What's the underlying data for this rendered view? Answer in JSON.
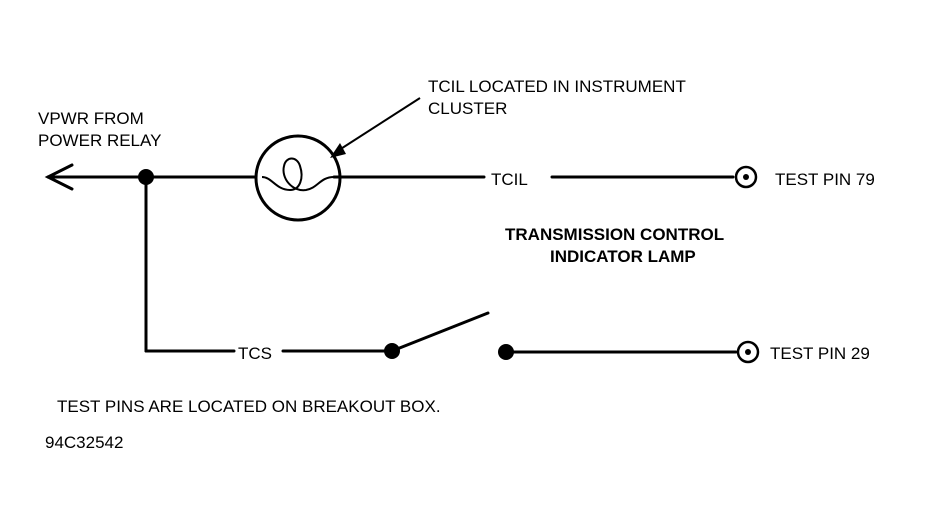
{
  "labels": {
    "vpwr_line1": "VPWR FROM",
    "vpwr_line2": "POWER RELAY",
    "tcil_location_line1": "TCIL LOCATED IN INSTRUMENT",
    "tcil_location_line2": "CLUSTER",
    "tcil_wire": "TCIL",
    "tcs_wire": "TCS",
    "test_pin_79": "TEST PIN 79",
    "test_pin_29": "TEST PIN 29",
    "lamp_title_line1": "TRANSMISSION CONTROL",
    "lamp_title_line2": "INDICATOR LAMP",
    "note": "TEST PINS ARE LOCATED ON BREAKOUT BOX.",
    "figure_id": "94C32542"
  },
  "colors": {
    "ink": "#000000",
    "background": "#ffffff"
  },
  "icons": {
    "lamp": "indicator-lamp-icon",
    "switch": "open-switch-icon",
    "test_pin": "test-pin-terminal-icon",
    "arrow": "arrow-left-icon"
  }
}
